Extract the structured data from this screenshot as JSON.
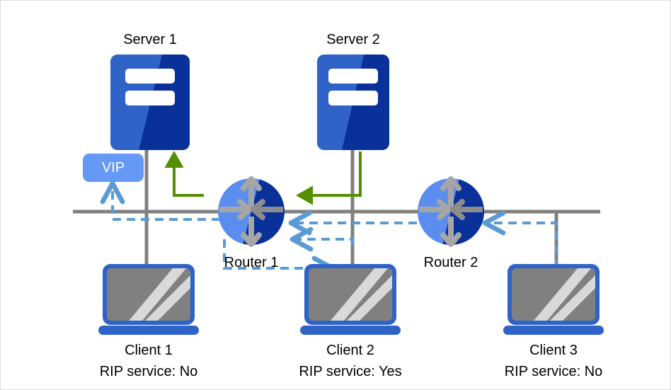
{
  "diagram": {
    "title": "Network topology with RIP service on clients",
    "colors": {
      "server_light": "#2F63C8",
      "server_dark": "#0A3199",
      "router_light": "#5B8DEF",
      "router_dark": "#0A3199",
      "router_arrow": "#A6A6A6",
      "laptop_frame": "#2F63C8",
      "laptop_screen": "#808080",
      "laptop_streak": "#D9D9D9",
      "vip_badge": "#6699F5",
      "vip_text": "#FFFFFF",
      "backbone_gray": "#808080",
      "flow_blue": "#5B9BD5",
      "flow_green": "#548F00",
      "label_text": "#000000",
      "frame_border": "#DCDCDC",
      "background": "#FFFFFF"
    },
    "nodes": {
      "server1": {
        "label": "Server 1",
        "icon": "server-icon"
      },
      "server2": {
        "label": "Server 2",
        "icon": "server-icon"
      },
      "router1": {
        "label": "Router 1",
        "icon": "router-icon"
      },
      "router2": {
        "label": "Router 2",
        "icon": "router-icon"
      },
      "client1": {
        "label": "Client 1",
        "sublabel": "RIP service: No",
        "icon": "laptop-icon"
      },
      "client2": {
        "label": "Client 2",
        "sublabel": "RIP service: Yes",
        "icon": "laptop-icon"
      },
      "client3": {
        "label": "Client 3",
        "sublabel": "RIP service: No",
        "icon": "laptop-icon"
      }
    },
    "badges": {
      "vip": {
        "label": "VIP"
      }
    },
    "legend_flows": [
      {
        "name": "rip-advertisement-flow",
        "color": "#5B9BD5",
        "style": "dashed"
      },
      {
        "name": "server-failover-flow",
        "color": "#548F00",
        "style": "solid"
      }
    ]
  }
}
